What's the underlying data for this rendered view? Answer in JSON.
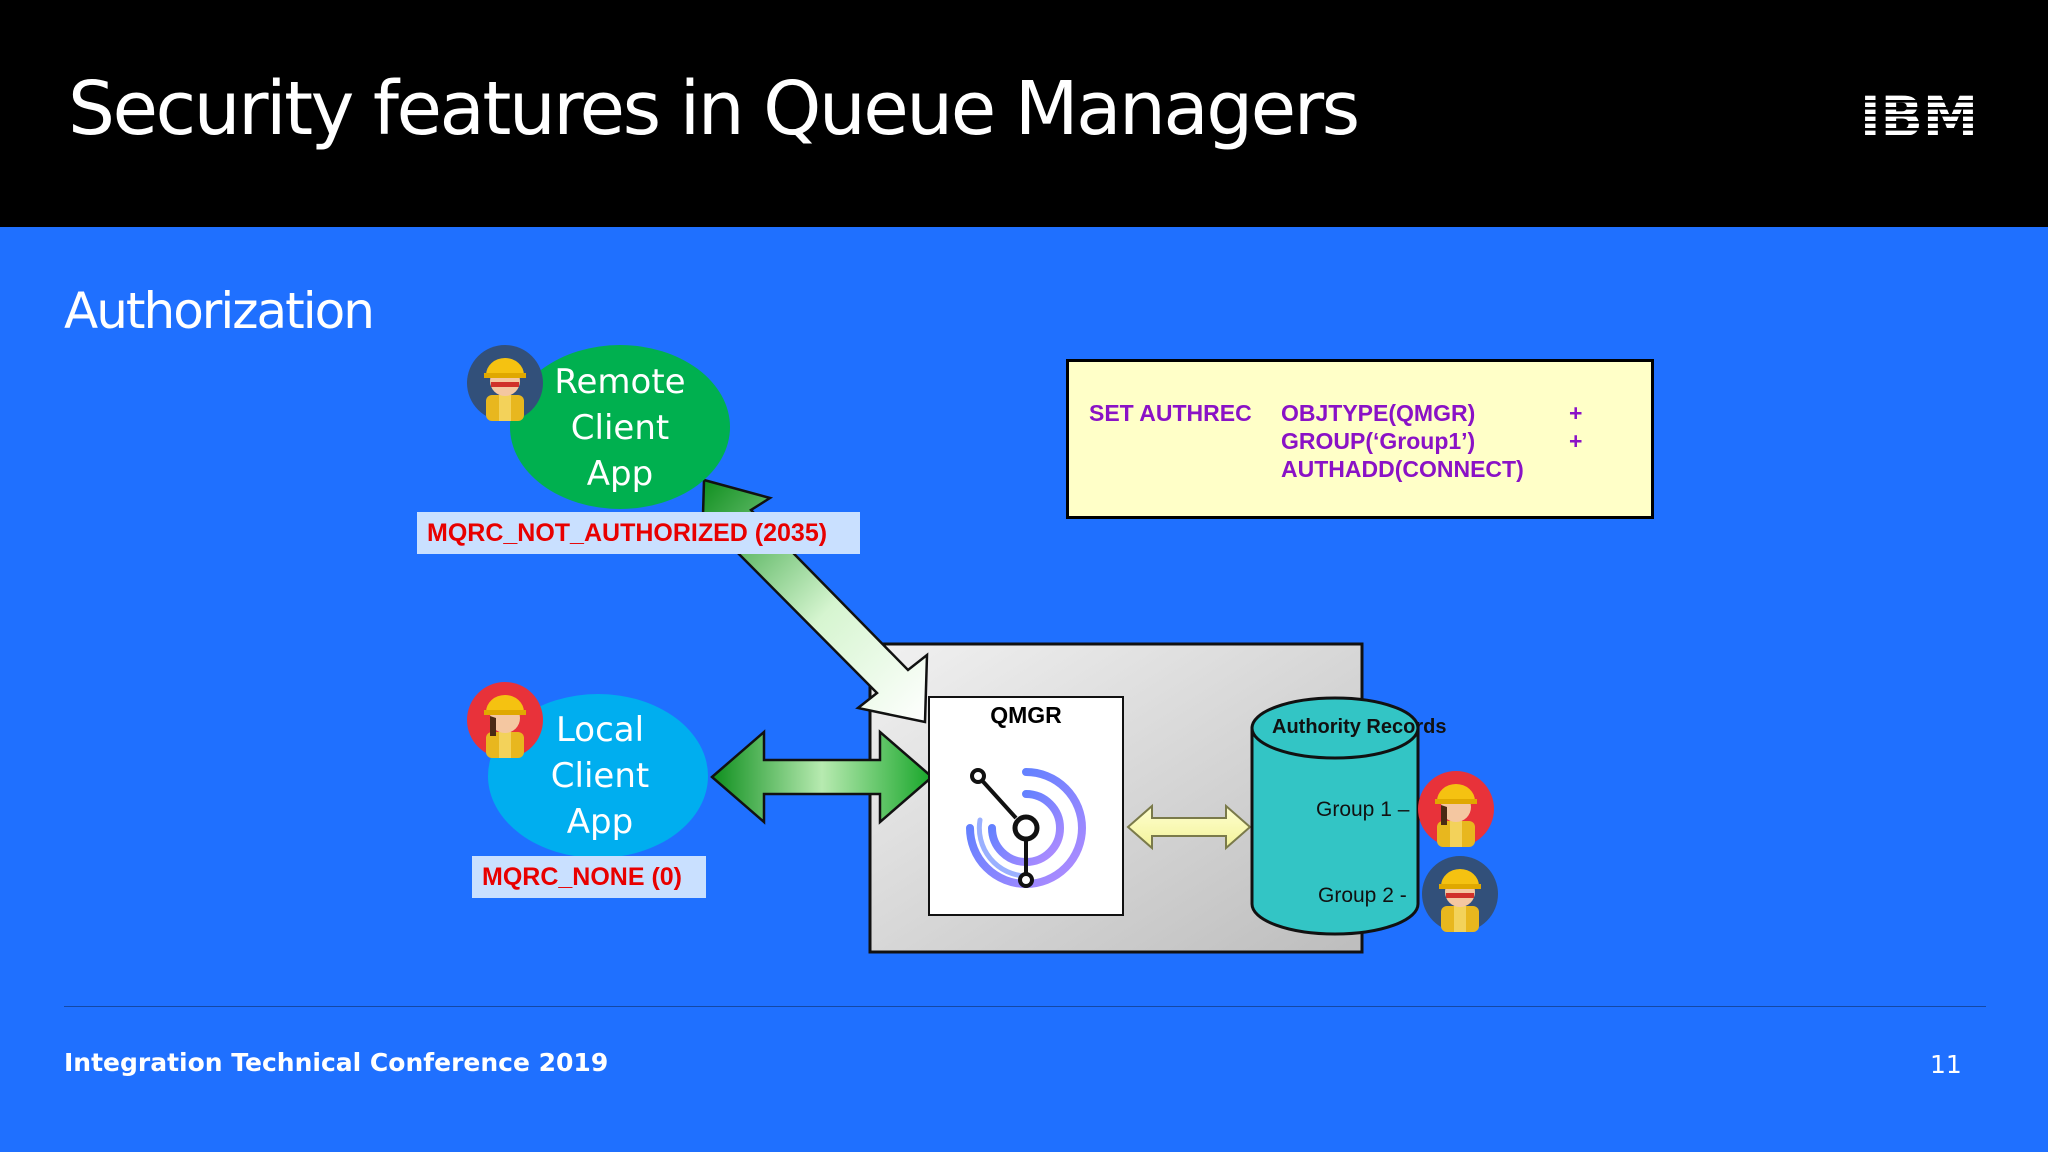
{
  "slide": {
    "title": "Security features in Queue Managers",
    "subtitle": "Authorization",
    "footer_left": "Integration Technical Conference 2019",
    "page_number": "11",
    "logo": "IBM"
  },
  "command": {
    "cmd": "SET AUTHREC",
    "lines": [
      "OBJTYPE(QMGR)",
      "GROUP(‘Group1’)",
      "AUTHADD(CONNECT)"
    ],
    "continuations": [
      "+",
      "+"
    ]
  },
  "remote_app": {
    "lines": [
      "Remote",
      "Client",
      "App"
    ],
    "result": "MQRC_NOT_AUTHORIZED (2035)"
  },
  "local_app": {
    "lines": [
      "Local",
      "Client",
      "App"
    ],
    "result": "MQRC_NONE (0)"
  },
  "qmgr": {
    "label": "QMGR"
  },
  "authority_records": {
    "title": "Authority Records",
    "groups": [
      "Group 1 –",
      "Group 2 -"
    ]
  },
  "colors": {
    "background": "#1f70ff",
    "header": "#000000",
    "remote_ellipse": "#00b04f",
    "local_ellipse": "#00aeef",
    "error_text": "#e80000",
    "command_text": "#8a12c6",
    "db_fill": "#33c5c5"
  },
  "icons": [
    "ibm-logo-icon",
    "worker-avatar-icon",
    "qmgr-logo-icon"
  ]
}
